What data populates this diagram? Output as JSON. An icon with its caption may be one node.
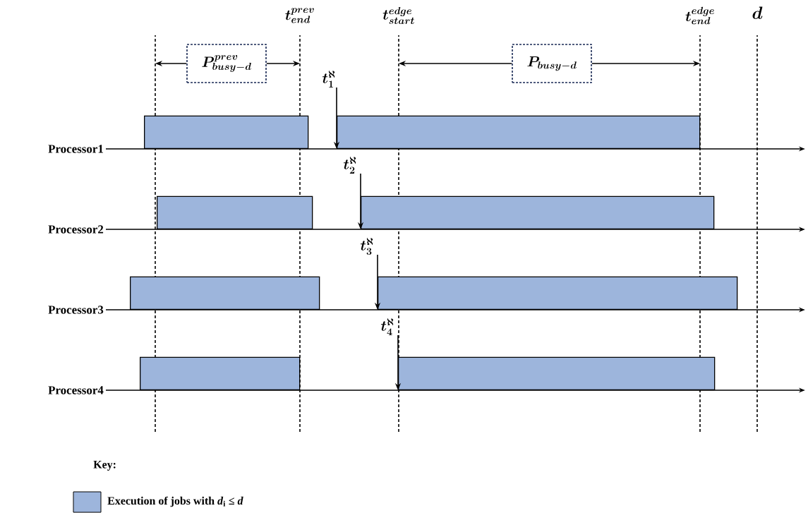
{
  "diagram": {
    "nodes": [
      {
        "text": [],
        "shape": "line"
      },
      {
        "text": [],
        "shape": "line"
      },
      {
        "text": [],
        "shape": "line"
      },
      {
        "text": [],
        "shape": "line"
      },
      {
        "text": [],
        "shape": "line"
      },
      {
        "text": [
          "P^{prev}_{busy-d}"
        ]
      },
      {
        "text": [
          "P_{busy-d}"
        ]
      },
      {
        "text": [
          "t_{1}^{\\aleph}"
        ]
      },
      {
        "text": [],
        "shape": "bar"
      },
      {
        "text": [],
        "shape": "bar"
      },
      {
        "text": [
          "t_{2}^{\\aleph}"
        ]
      },
      {
        "text": [],
        "shape": "bar"
      },
      {
        "text": [],
        "shape": "bar"
      },
      {
        "text": [
          "t_{3}^{\\aleph}"
        ]
      },
      {
        "text": [],
        "shape": "bar"
      },
      {
        "text": [],
        "shape": "bar"
      },
      {
        "text": [
          "t_{4}^{\\aleph}"
        ]
      },
      {
        "text": [],
        "shape": "bar"
      },
      {
        "text": [],
        "shape": "bar"
      }
    ],
    "edges": [
      {
        "from": 5,
        "to": 0,
        "arrow": "to"
      },
      {
        "from": 5,
        "to": 1,
        "arrow": "to"
      },
      {
        "from": 6,
        "to": 2,
        "arrow": "to"
      },
      {
        "from": 6,
        "to": 3,
        "arrow": "to"
      },
      {
        "from": 7,
        "to": 9,
        "arrow": "to"
      },
      {
        "from": 10,
        "to": 12,
        "arrow": "to"
      },
      {
        "from": 13,
        "to": 15,
        "arrow": "to"
      },
      {
        "from": 16,
        "to": 18,
        "arrow": "to"
      }
    ],
    "labels": [
      "t^{prev}_{end}",
      "t^{edge}_{start}",
      "t^{edge}_{end}",
      "d",
      "Processor1",
      "Processor2",
      "Processor3",
      "Processor4",
      "Key:"
    ],
    "legend": [
      {
        "text": "Execution of jobs with *d*$_{i}$ ≤ *d*",
        "color": "#9db5dc"
      }
    ]
  }
}
